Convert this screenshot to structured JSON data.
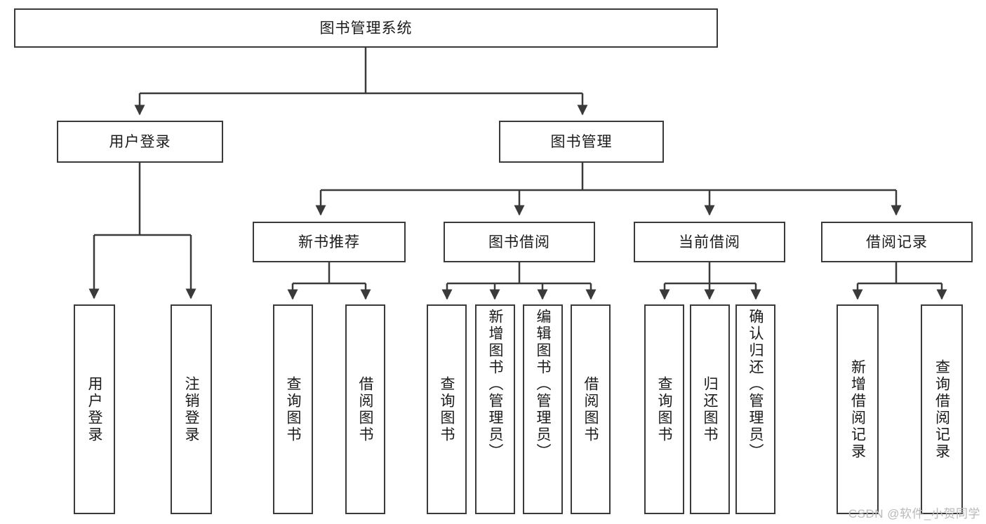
{
  "diagram": {
    "title_box": {
      "label": "图书管理系统"
    },
    "level2": [
      {
        "id": "user-login",
        "label": "用户登录"
      },
      {
        "id": "book-management",
        "label": "图书管理"
      }
    ],
    "level3": [
      {
        "id": "new-book-recommend",
        "label": "新书推荐"
      },
      {
        "id": "book-borrow",
        "label": "图书借阅"
      },
      {
        "id": "current-borrow",
        "label": "当前借阅"
      },
      {
        "id": "borrow-record",
        "label": "借阅记录"
      }
    ],
    "leaves": [
      {
        "id": "leaf-user-login",
        "label": "用户登录"
      },
      {
        "id": "leaf-logout-login",
        "label": "注销登录"
      },
      {
        "id": "leaf-query-book-1",
        "label": "查询图书"
      },
      {
        "id": "leaf-borrow-book-1",
        "label": "借阅图书"
      },
      {
        "id": "leaf-query-book-2",
        "label": "查询图书"
      },
      {
        "id": "leaf-add-book",
        "label": "新增图书（管理员）"
      },
      {
        "id": "leaf-edit-book",
        "label": "编辑图书（管理员）"
      },
      {
        "id": "leaf-borrow-book-2",
        "label": "借阅图书"
      },
      {
        "id": "leaf-query-book-3",
        "label": "查询图书"
      },
      {
        "id": "leaf-return-book",
        "label": "归还图书"
      },
      {
        "id": "leaf-confirm-return",
        "label": "确认归还（管理员）"
      },
      {
        "id": "leaf-add-borrow-record",
        "label": "新增借阅记录"
      },
      {
        "id": "leaf-query-borrow-record",
        "label": "查询借阅记录"
      }
    ]
  },
  "watermark": {
    "text": "CSDN @软件_小贺同学"
  },
  "colors": {
    "stroke": "#3a3a3a",
    "background": "#ffffff",
    "text": "#1b1b1b",
    "watermark": "#b9b9b9"
  }
}
